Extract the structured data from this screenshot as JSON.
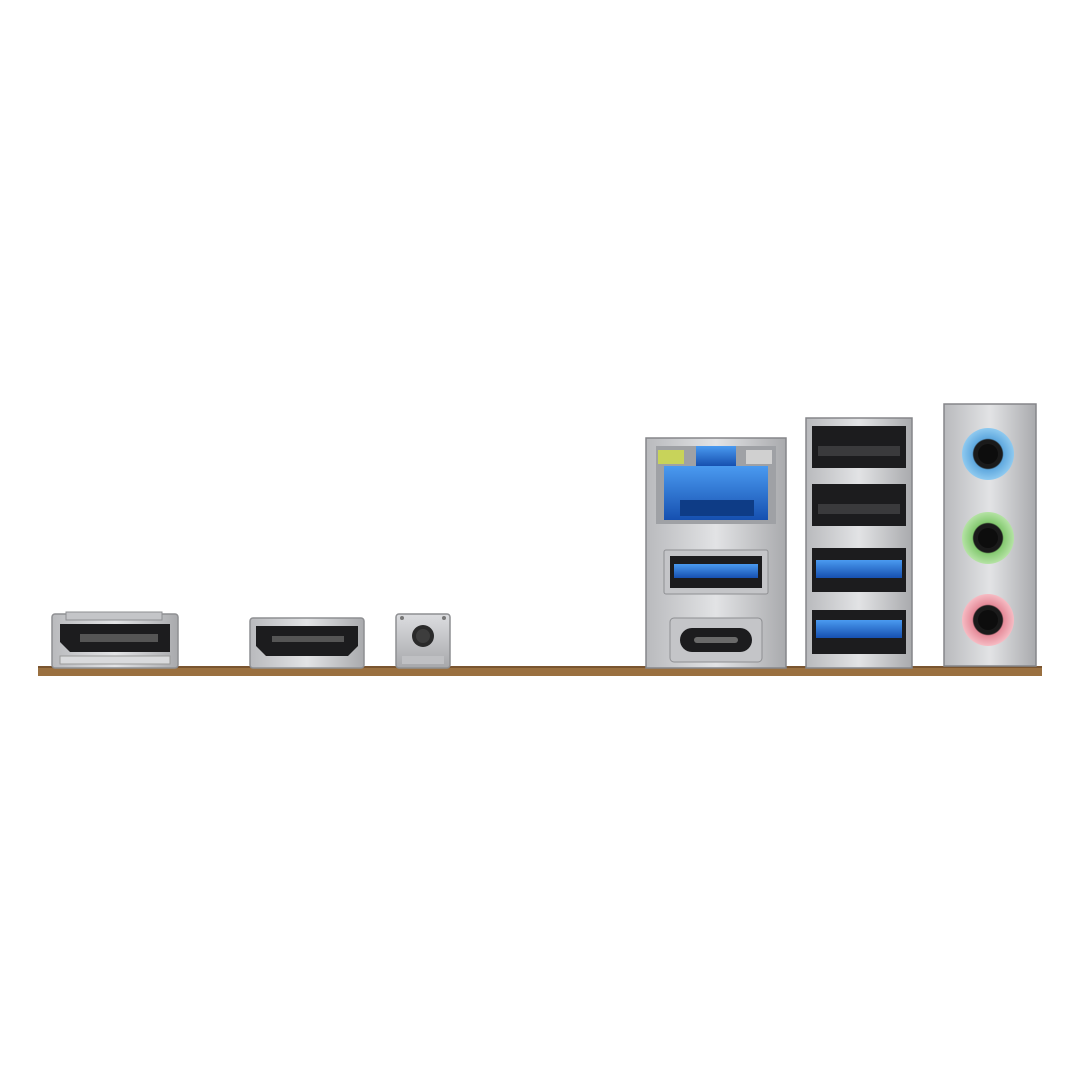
{
  "scene": {
    "background": "#ffffff",
    "pcb_edge_color": "#9a7040",
    "shield_color": "#c9cacc",
    "port_black": "#1c1c1e",
    "usb3_blue": "#1f6fd6",
    "audio_colors": {
      "line_in": "#7fbfe8",
      "line_out": "#9fd88f",
      "mic_in": "#f0a6b0"
    }
  },
  "ports": [
    {
      "id": "displayport",
      "icon": "displayport-icon"
    },
    {
      "id": "hdmi",
      "icon": "hdmi-icon"
    },
    {
      "id": "bios-flashback-button",
      "icon": "push-button-icon"
    },
    {
      "id": "rj45-lan",
      "icon": "ethernet-icon"
    },
    {
      "id": "usb3-type-a",
      "icon": "usb-icon"
    },
    {
      "id": "usb-type-c",
      "icon": "usb-c-icon"
    },
    {
      "id": "usb2-stack",
      "icon": "usb-icon",
      "count": 2
    },
    {
      "id": "usb3-stack",
      "icon": "usb-icon",
      "count": 2
    },
    {
      "id": "audio-jacks",
      "icon": "audio-jack-icon",
      "count": 3
    }
  ]
}
